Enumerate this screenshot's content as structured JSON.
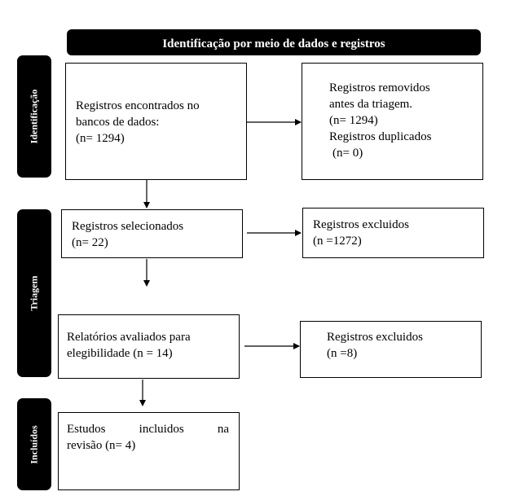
{
  "header": {
    "title": "Identificação por meio de dados e registros"
  },
  "stages": {
    "identificacao": "Identificação",
    "triagem": "Triagem",
    "incluidos": "Incluídos"
  },
  "boxes": {
    "registros_encontrados": {
      "line1": "Registros encontrados no",
      "line2": "bancos de dados:",
      "line3": "(n= 1294)"
    },
    "registros_removidos": {
      "line1": "Registros removidos",
      "line2": "antes da triagem.",
      "line3": "(n= 1294)",
      "line4": "Registros duplicados",
      "line5": "(n= 0)"
    },
    "registros_selecionados": {
      "line1": "Registros selecionados",
      "line2": "(n= 22)"
    },
    "registros_excluidos_1": {
      "line1": "Registros excluidos",
      "line2": "(n =1272)"
    },
    "relatorios_avaliados": {
      "line1": "Relatórios avaliados para",
      "line2": "elegibilidade (n = 14)"
    },
    "registros_excluidos_2": {
      "line1": "Registros excluidos",
      "line2": "(n =8)"
    },
    "estudos_incluidos": {
      "line1": "Estudos incluidos na",
      "line2": "revisão (n= 4)"
    }
  },
  "colors": {
    "bar_fill": "#000000",
    "bar_text": "#ffffff",
    "box_border": "#000000"
  }
}
